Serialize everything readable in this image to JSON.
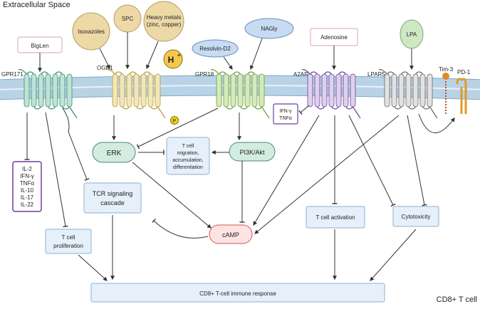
{
  "regions": {
    "outside": "Extracellular Space",
    "inside": "CD8+ T cell"
  },
  "ligands": {
    "biglen": "BigLen",
    "isoxazoles": "Isoxazoles",
    "spc": "SPC",
    "metals_1": "Heavy metals",
    "metals_2": "(zinc, copper)",
    "proton": "H",
    "proton_sup": "+",
    "resolvin": "Resolvin-D2",
    "nagly": "NAGly",
    "adenosine": "Adenosine",
    "lpa": "LPA"
  },
  "receptors": {
    "gpr171": "GPR171",
    "ogr1": "OGR1",
    "gpr18": "GPR18",
    "a2ar": "A2AR",
    "lpar5": "LPAR5",
    "tim3": "Tim-3",
    "pd1": "PD-1"
  },
  "nodes": {
    "phospho": "P",
    "erk": "ERK",
    "pi3k": "PI3K/Akt",
    "tcell_mig": [
      "T cell",
      "migration,",
      "accumulation,",
      "differentiation"
    ],
    "cytokines_left": [
      "IL-2",
      "IFN-γ",
      "TNFα",
      "IL-10",
      "IL-17",
      "IL-22"
    ],
    "cytokines_a2ar": [
      "IFN-γ",
      "TNFα"
    ],
    "tcr": [
      "TCR signaling",
      "cascade"
    ],
    "camp": "cAMP",
    "tcell_prolif": [
      "T cell",
      "proliferation"
    ],
    "tcell_act": "T cell activation",
    "cytotox": "Cytotoxicity",
    "response": "CD8+ T-cell immune response"
  },
  "colors": {
    "membrane": "#b9d3e6",
    "membrane_edge": "#7ea9c9",
    "ligand_tan": "#ecd9a6",
    "ligand_blue": "#c7dcf2",
    "ligand_green": "#cfe8c4",
    "gpr171": "#bfe3d7",
    "ogr1": "#f3e6b8",
    "gpr18": "#d6eab9",
    "a2ar": "#ddd2ea",
    "lpar5": "#e2e2e2",
    "erk": "#d2ece1",
    "box_blue": "#e6f0fa",
    "cytokine_purple": "#6b3fa0",
    "camp_fill": "#fde3e3",
    "camp_edge": "#d9534f",
    "proton": "#f4c84c",
    "phospho": "#f1d01e"
  }
}
